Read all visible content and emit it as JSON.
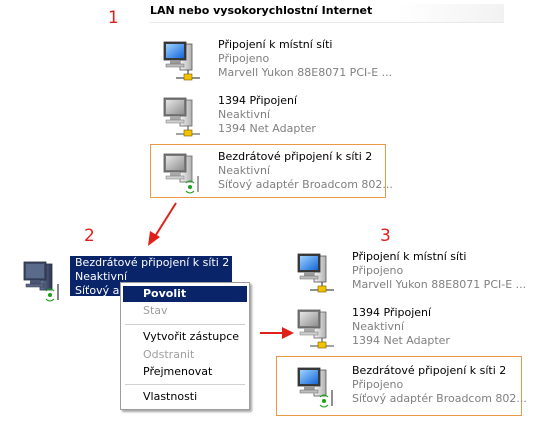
{
  "steps": [
    "1",
    "2",
    "3"
  ],
  "section_header": "LAN nebo vysokorychlostní Internet",
  "panel1": {
    "connections": [
      {
        "name": "Připojení k místní síti",
        "status": "Připojeno",
        "adapter": "Marvell Yukon 88E8071 PCI-E ..."
      },
      {
        "name": "1394 Připojení",
        "status": "Neaktivní",
        "adapter": "1394 Net Adapter"
      },
      {
        "name": "Bezdrátové připojení k síti 2",
        "status": "Neaktivní",
        "adapter": "Síťový adaptér Broadcom 802..."
      }
    ]
  },
  "panel2": {
    "selected_item": {
      "name": "Bezdrátové připojení k síti 2",
      "status": "Neaktivní",
      "adapter_partial": "Síťový ada"
    },
    "context_menu": {
      "items": [
        {
          "label": "Povolit",
          "state": "highlighted"
        },
        {
          "label": "Stav",
          "state": "disabled"
        },
        {
          "label": "Vytvořit zástupce",
          "state": "normal"
        },
        {
          "label": "Odstranit",
          "state": "disabled"
        },
        {
          "label": "Přejmenovat",
          "state": "normal"
        },
        {
          "label": "Vlastnosti",
          "state": "normal"
        }
      ]
    }
  },
  "panel3": {
    "connections": [
      {
        "name": "Připojení k místní síti",
        "status": "Připojeno",
        "adapter": "Marvell Yukon 88E8071 PCI-E ..."
      },
      {
        "name": "1394 Připojení",
        "status": "Neaktivní",
        "adapter": "1394 Net Adapter"
      },
      {
        "name": "Bezdrátové připojení k síti 2",
        "status": "Připojeno",
        "adapter": "Síťový adaptér Broadcom 802..."
      }
    ]
  },
  "colors": {
    "annotation_red": "#e0201a",
    "highlight_box": "#e99a48",
    "selection_blue": "#0a246a"
  }
}
